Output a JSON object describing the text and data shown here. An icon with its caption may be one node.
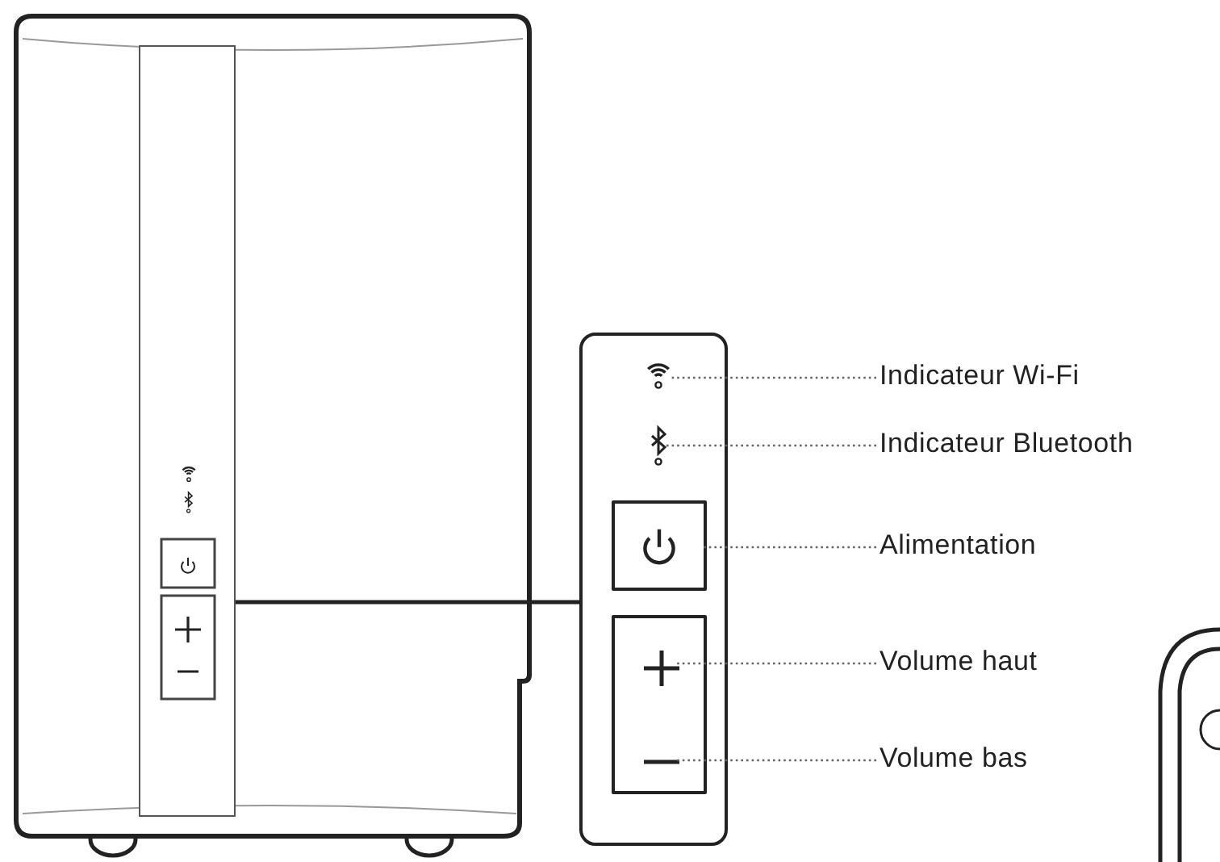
{
  "diagram": {
    "nodes": [
      {
        "text": [],
        "shape": "picture"
      },
      {
        "text": [],
        "shape": "bar",
        "in": 0
      },
      {
        "text": [],
        "shape": "box"
      },
      {
        "text": [],
        "shape": "picture",
        "in": 2
      },
      {
        "text": [],
        "shape": "picture",
        "in": 2
      },
      {
        "text": [],
        "shape": "box",
        "in": 2
      },
      {
        "text": [],
        "shape": "box",
        "in": 2
      },
      {
        "text": [],
        "shape": "picture",
        "in": 6
      },
      {
        "text": [],
        "shape": "picture",
        "in": 6
      },
      {
        "text": [
          "Indicateur Wi-Fi"
        ]
      },
      {
        "text": [
          "Indicateur Bluetooth"
        ]
      },
      {
        "text": [
          "Alimentation"
        ]
      },
      {
        "text": [
          "Volume haut"
        ]
      },
      {
        "text": [
          "Volume bas"
        ]
      }
    ],
    "edges": [
      {
        "from": 1,
        "to": 2,
        "arrow": "none"
      },
      {
        "from": 9,
        "to": 3,
        "arrow": "none",
        "style": "dashed"
      },
      {
        "from": 10,
        "to": 4,
        "arrow": "none",
        "style": "dashed"
      },
      {
        "from": 11,
        "to": 5,
        "arrow": "none",
        "style": "dashed"
      },
      {
        "from": 12,
        "to": 7,
        "arrow": "none",
        "style": "dashed"
      },
      {
        "from": 13,
        "to": 8,
        "arrow": "none",
        "style": "dashed"
      }
    ]
  }
}
